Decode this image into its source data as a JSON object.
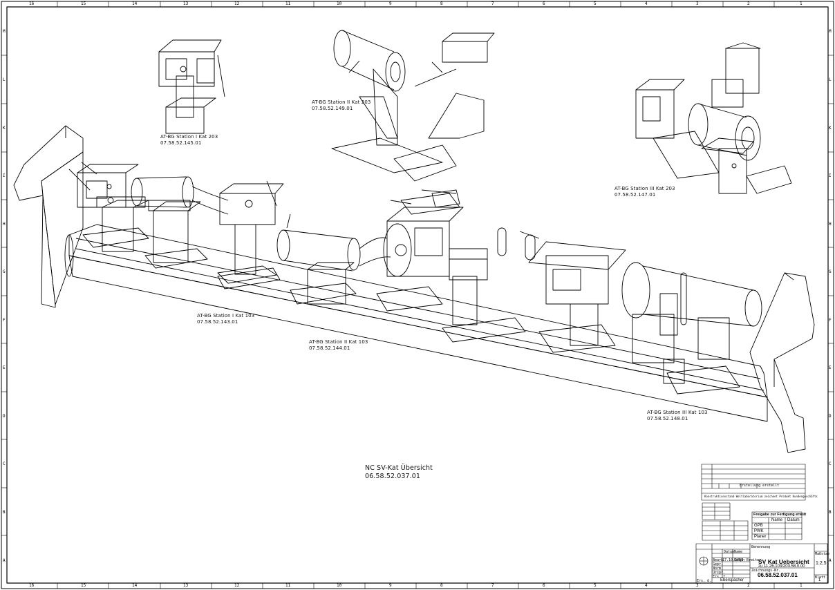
{
  "stations": [
    {
      "name": "AT-BG Station I Kat 203",
      "number": "07.58.52.145.01"
    },
    {
      "name": "AT-BG Station II Kat 203",
      "number": "07.58.52.149.01"
    },
    {
      "name": "AT-BG Station III Kat 203",
      "number": "07.58.52.147.01"
    },
    {
      "name": "AT-BG Station I Kat 103",
      "number": "07.58.52.143.01"
    },
    {
      "name": "AT-BG Station II Kat 103",
      "number": "07.58.52.144.01"
    },
    {
      "name": "AT-BG Station III Kat 103",
      "number": "07.58.52.148.01"
    }
  ],
  "overview": {
    "title": "NC SV-Kat Übersicht",
    "number": "06.58.52.037.01"
  },
  "border": {
    "columns": [
      "16",
      "15",
      "14",
      "13",
      "12",
      "11",
      "10",
      "9",
      "8",
      "7",
      "6",
      "5",
      "4",
      "3",
      "2",
      "1"
    ],
    "rows": [
      "M",
      "L",
      "K",
      "I",
      "H",
      "G",
      "F",
      "E",
      "D",
      "C",
      "B",
      "A"
    ]
  },
  "title_block": {
    "title": "SV Kat Uebersicht",
    "subtitle": "zu 11.26.103/203.58.0.00",
    "scale": "1:2,5",
    "drawing_number": "06.58.52.037.01",
    "company": "Eberspächer",
    "sheet": "1",
    "release_header": "Freigabe zur Fertigung erteilt",
    "release_cols": [
      "Name",
      "Datum"
    ],
    "release_rows": [
      "GPB",
      "PWK",
      "Planer"
    ],
    "revision_note": "Erstellung erstellt",
    "confidentiality": "Konstruktionsstand Weltlaboratorium zeichnet Produkt Kundengeschäfts",
    "date": "17.10.2005",
    "drawn_by": "Ralph Breiter",
    "labels": [
      "Datum",
      "Name",
      "Bearb.",
      "Gepr.",
      "Norm",
      "Urspr.",
      "Ers. f.",
      "Ers. d.",
      "Maßstab",
      "Benennung",
      "Zeichnungs-Nr.",
      "Blatt"
    ]
  },
  "colors": {
    "line": "#000000",
    "paper": "#ffffff"
  }
}
